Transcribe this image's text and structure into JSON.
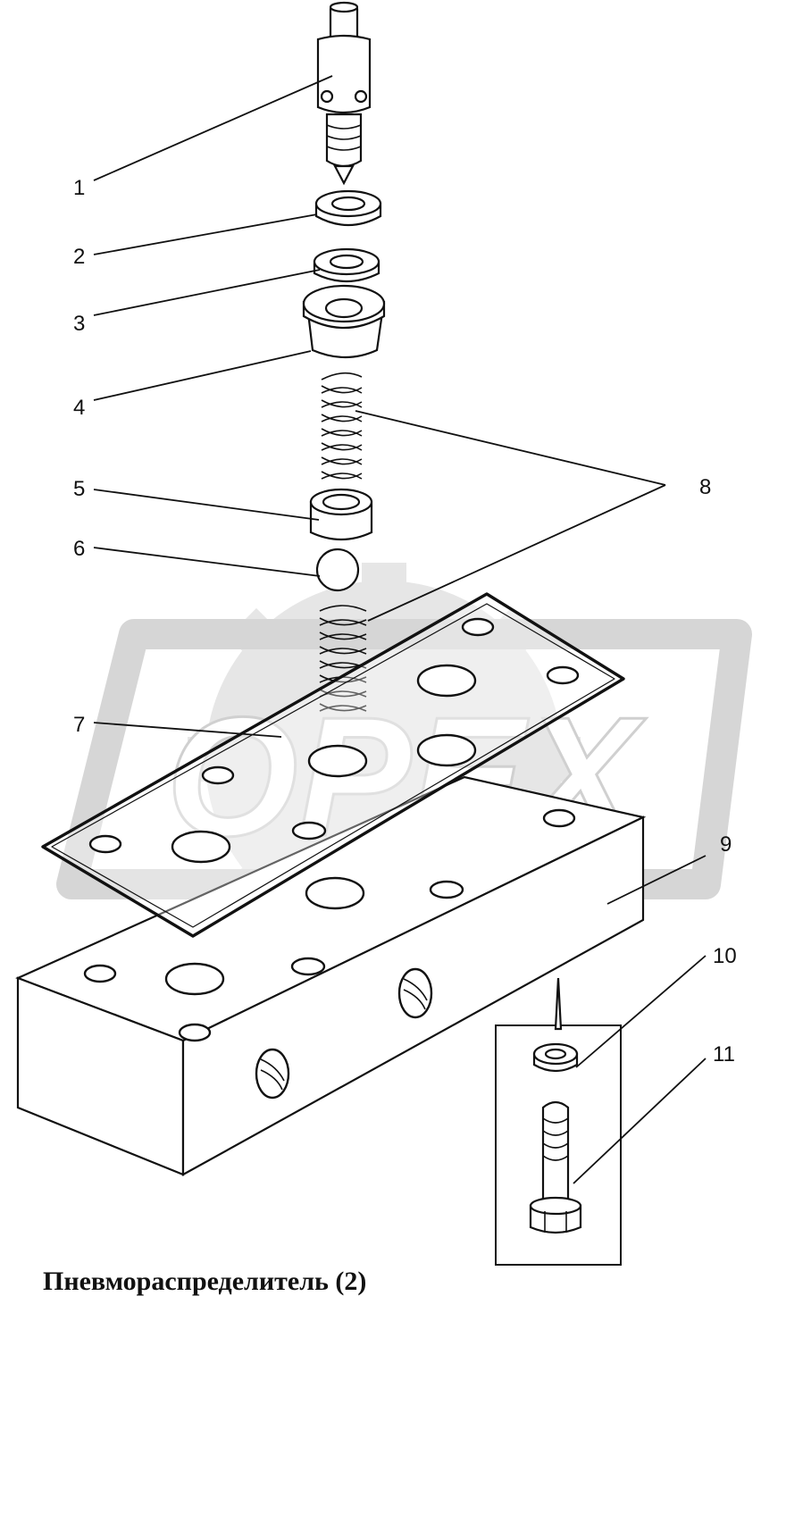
{
  "caption": "Пневмораспределитель (2)",
  "watermark": {
    "text": "OPEX",
    "color": "#d9d9d9"
  },
  "callouts": [
    "1",
    "2",
    "3",
    "4",
    "5",
    "6",
    "7",
    "8",
    "9",
    "10",
    "11"
  ]
}
